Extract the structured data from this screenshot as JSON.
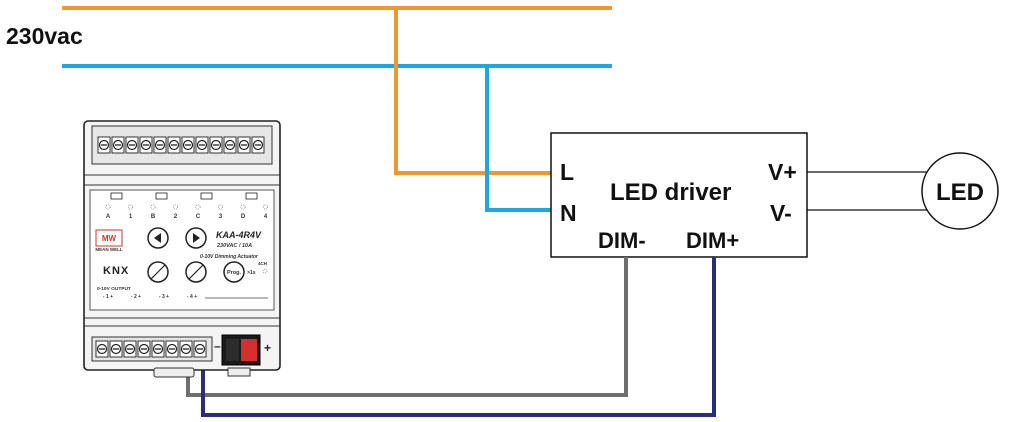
{
  "supply": {
    "label": "230vac",
    "wire_colors": {
      "line": "#f0962e",
      "neutral": "#1ea5e6",
      "dim_neg": "#6e6e6e",
      "dim_pos": "#2c2c7a"
    }
  },
  "driver": {
    "title": "LED driver",
    "terminal_l": "L",
    "terminal_n": "N",
    "terminal_vpos": "V+",
    "terminal_vneg": "V-",
    "terminal_dim_neg": "DIM-",
    "terminal_dim_pos": "DIM+"
  },
  "led": {
    "label": "LED"
  },
  "actuator": {
    "model": "KAA-4R4V",
    "rating": "230VAC / 10A",
    "description": "0-10V Dimming Actuator",
    "channels_note": "4CH",
    "brand": "MEAN WELL",
    "knx_logo": "KNX",
    "prog_label": "Prog.",
    "prog_hold": ">1s",
    "output_label": "0-10V OUTPUT",
    "channel_letters": [
      "A",
      "1",
      "B",
      "2",
      "C",
      "3",
      "D",
      "4"
    ],
    "output_terminals": [
      "- 1 +",
      "- 2 +",
      "- 3 +",
      "- 4 +"
    ],
    "bus_minus": "–",
    "bus_plus": "+"
  }
}
